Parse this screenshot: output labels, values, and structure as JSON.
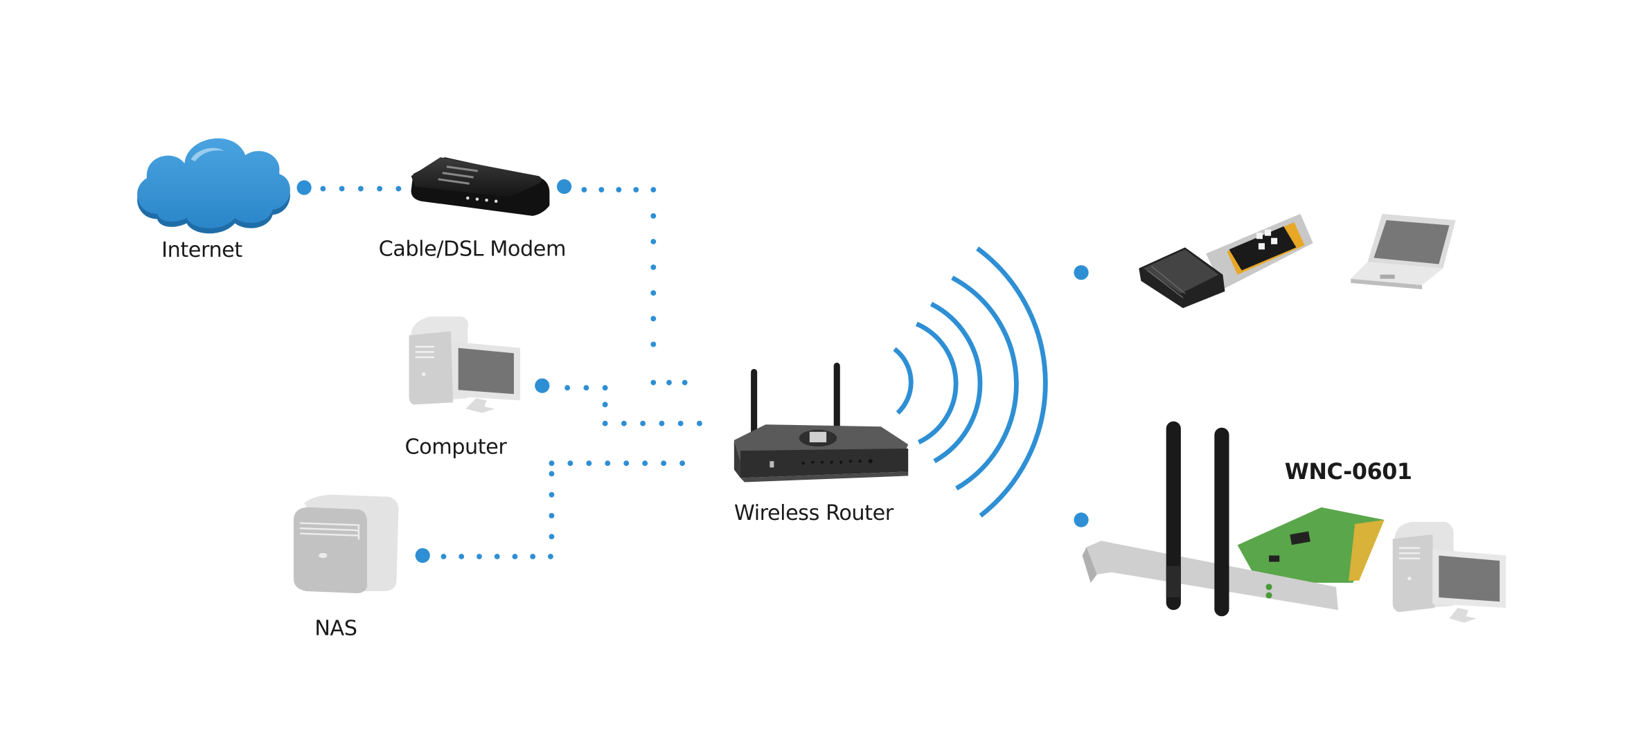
{
  "diagram": {
    "type": "home-network-topology",
    "accent_color": "#2e8fd4",
    "nodes": {
      "internet": {
        "label": "Internet",
        "icon": "cloud-icon"
      },
      "modem": {
        "label": "Cable/DSL Modem",
        "icon": "modem-icon"
      },
      "computer": {
        "label": "Computer",
        "icon": "desktop-computer-icon"
      },
      "nas": {
        "label": "NAS",
        "icon": "nas-server-icon"
      },
      "router": {
        "label": "Wireless Router",
        "icon": "wireless-router-icon"
      },
      "pcmcia_card": {
        "label": "",
        "icon": "pcmcia-wireless-card-icon"
      },
      "laptop": {
        "label": "",
        "icon": "laptop-icon"
      },
      "pci_card": {
        "label": "WNC-0601",
        "icon": "pci-wireless-adapter-icon"
      },
      "desktop_client": {
        "label": "",
        "icon": "desktop-computer-icon"
      }
    },
    "connections": [
      {
        "from": "internet",
        "to": "modem",
        "style": "dotted-wired"
      },
      {
        "from": "modem",
        "to": "router",
        "style": "dotted-wired"
      },
      {
        "from": "computer",
        "to": "router",
        "style": "dotted-wired"
      },
      {
        "from": "nas",
        "to": "router",
        "style": "dotted-wired"
      },
      {
        "from": "router",
        "to": "pcmcia_card",
        "style": "wireless"
      },
      {
        "from": "router",
        "to": "pci_card",
        "style": "wireless"
      }
    ],
    "wireless_signal_arcs": 5
  }
}
